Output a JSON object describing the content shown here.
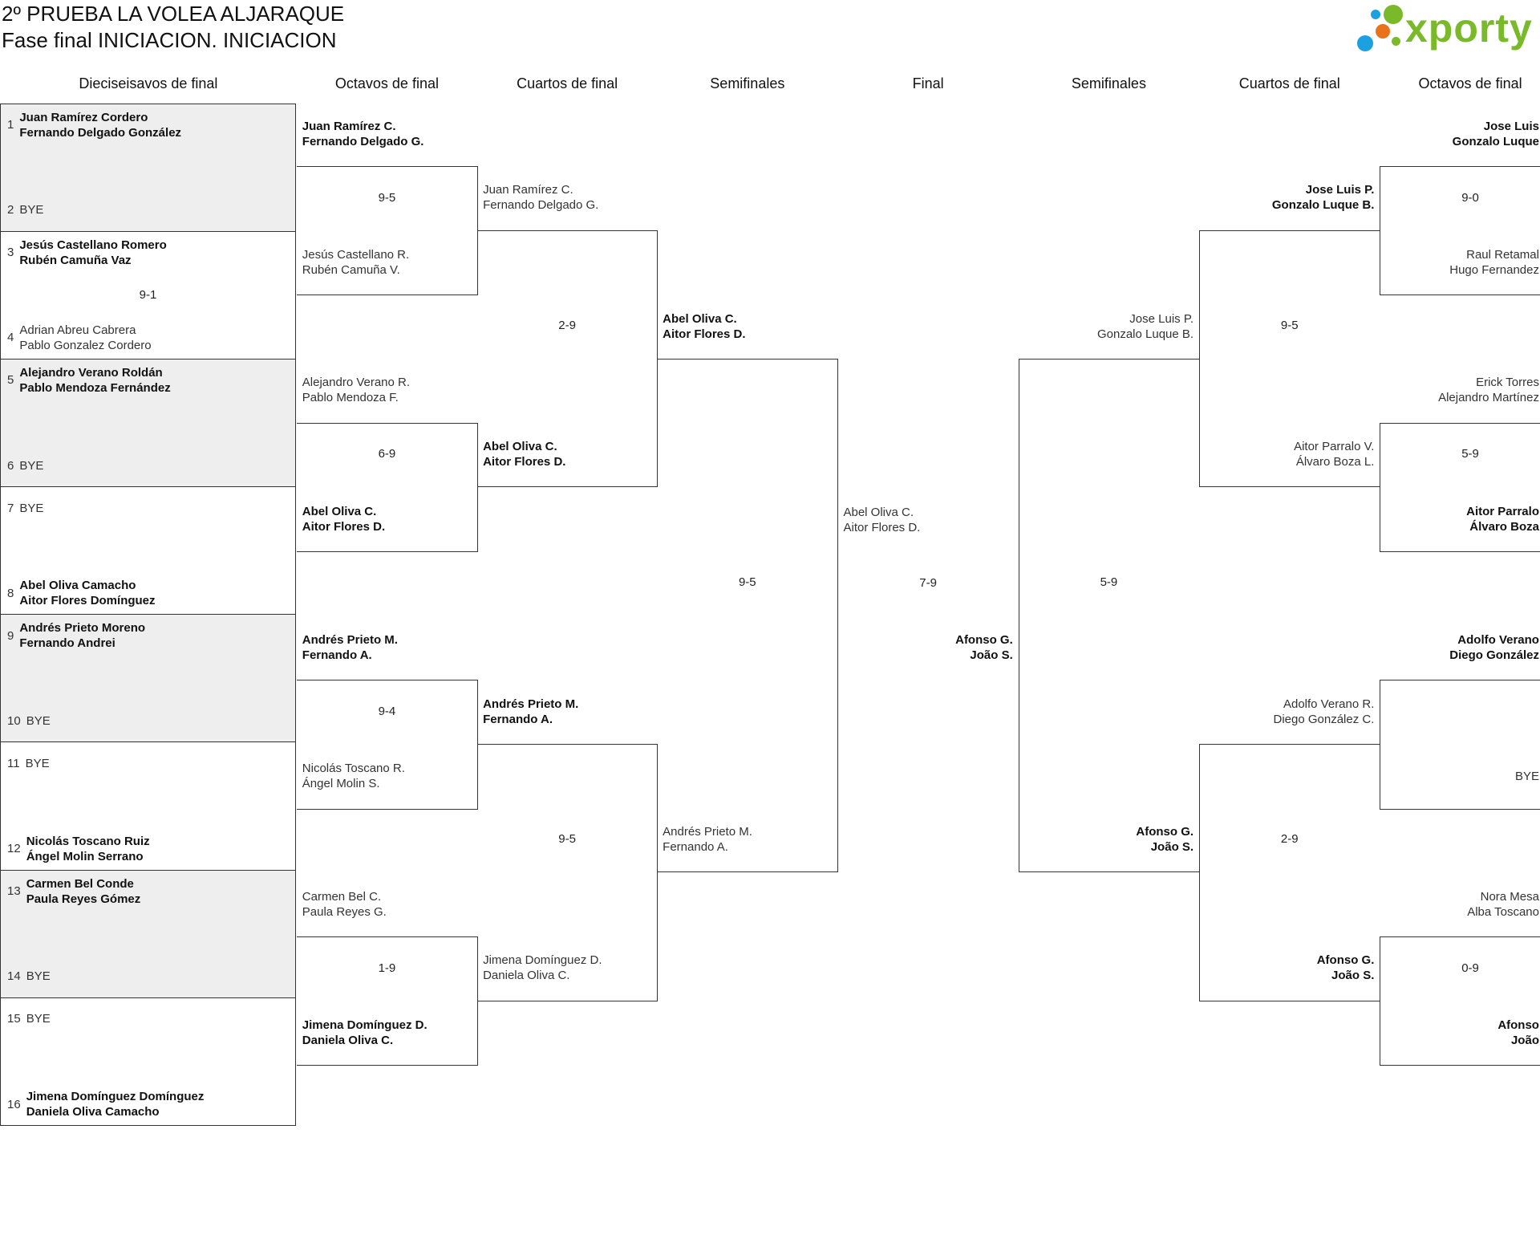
{
  "header": {
    "title": "2º PRUEBA LA VOLEA ALJARAQUE",
    "subtitle": "Fase final INICIACION. INICIACION",
    "logo_text": "xporty"
  },
  "colors": {
    "logo_green": "#7ab929",
    "logo_blue": "#1ba1e2",
    "logo_orange": "#e8731a",
    "cell_gray": "#eeeeee"
  },
  "round_headers": [
    "Dieciseisavos de final",
    "Octavos de final",
    "Cuartos de final",
    "Semifinales",
    "Final",
    "Semifinales",
    "Cuartos de final",
    "Octavos de final"
  ],
  "round1": {
    "entries": [
      {
        "seed": "1",
        "lines": [
          "Juan Ramírez Cordero",
          "Fernando Delgado González"
        ],
        "winner": true
      },
      {
        "seed": "2",
        "lines": [
          "BYE"
        ],
        "winner": false
      },
      {
        "seed": "3",
        "lines": [
          "Jesús Castellano Romero",
          "Rubén Camuña Vaz"
        ],
        "winner": true
      },
      {
        "seed": "4",
        "lines": [
          "Adrian Abreu Cabrera",
          "Pablo Gonzalez Cordero"
        ],
        "winner": false
      },
      {
        "seed": "5",
        "lines": [
          "Alejandro Verano Roldán",
          "Pablo Mendoza Fernández"
        ],
        "winner": true
      },
      {
        "seed": "6",
        "lines": [
          "BYE"
        ],
        "winner": false
      },
      {
        "seed": "7",
        "lines": [
          "BYE"
        ],
        "winner": false
      },
      {
        "seed": "8",
        "lines": [
          "Abel Oliva Camacho",
          "Aitor Flores Domínguez"
        ],
        "winner": true
      },
      {
        "seed": "9",
        "lines": [
          "Andrés Prieto Moreno",
          "Fernando Andrei"
        ],
        "winner": true
      },
      {
        "seed": "10",
        "lines": [
          "BYE"
        ],
        "winner": false
      },
      {
        "seed": "11",
        "lines": [
          "BYE"
        ],
        "winner": false
      },
      {
        "seed": "12",
        "lines": [
          "Nicolás Toscano Ruiz",
          "Ángel Molin Serrano"
        ],
        "winner": true
      },
      {
        "seed": "13",
        "lines": [
          "Carmen Bel Conde",
          "Paula Reyes Gómez"
        ],
        "winner": true
      },
      {
        "seed": "14",
        "lines": [
          "BYE"
        ],
        "winner": false
      },
      {
        "seed": "15",
        "lines": [
          "BYE"
        ],
        "winner": false
      },
      {
        "seed": "16",
        "lines": [
          "Jimena Domínguez Domínguez",
          "Daniela Oliva Camacho"
        ],
        "winner": true
      }
    ],
    "scores": [
      null,
      "9-1",
      null,
      null,
      null,
      null,
      null,
      null
    ]
  },
  "left": {
    "octavos": [
      {
        "top": {
          "lines": [
            "Juan Ramírez C.",
            "Fernando Delgado G."
          ],
          "winner": true
        },
        "bottom": {
          "lines": [
            "Jesús Castellano R.",
            "Rubén Camuña V."
          ],
          "winner": false
        },
        "score": "9-5"
      },
      {
        "top": {
          "lines": [
            "Alejandro Verano R.",
            "Pablo Mendoza F."
          ],
          "winner": false
        },
        "bottom": {
          "lines": [
            "Abel Oliva C.",
            "Aitor Flores D."
          ],
          "winner": true
        },
        "score": "6-9"
      },
      {
        "top": {
          "lines": [
            "Andrés Prieto M.",
            "Fernando A."
          ],
          "winner": true
        },
        "bottom": {
          "lines": [
            "Nicolás Toscano R.",
            "Ángel Molin S."
          ],
          "winner": false
        },
        "score": "9-4"
      },
      {
        "top": {
          "lines": [
            "Carmen Bel C.",
            "Paula Reyes G."
          ],
          "winner": false
        },
        "bottom": {
          "lines": [
            "Jimena Domínguez D.",
            "Daniela Oliva C."
          ],
          "winner": true
        },
        "score": "1-9"
      }
    ],
    "cuartos": [
      {
        "top": {
          "lines": [
            "Juan Ramírez C.",
            "Fernando Delgado G."
          ],
          "winner": false
        },
        "bottom": {
          "lines": [
            "Abel Oliva C.",
            "Aitor Flores D."
          ],
          "winner": true
        },
        "score": "2-9"
      },
      {
        "top": {
          "lines": [
            "Andrés Prieto M.",
            "Fernando A."
          ],
          "winner": true
        },
        "bottom": {
          "lines": [
            "Jimena Domínguez D.",
            "Daniela Oliva C."
          ],
          "winner": false
        },
        "score": "9-5"
      }
    ],
    "semis": [
      {
        "top": {
          "lines": [
            "Abel Oliva C.",
            "Aitor Flores D."
          ],
          "winner": true
        },
        "bottom": {
          "lines": [
            "Andrés Prieto M.",
            "Fernando A."
          ],
          "winner": false
        },
        "score": "9-5"
      }
    ]
  },
  "final": {
    "top": {
      "lines": [
        "Abel Oliva C.",
        "Aitor Flores D."
      ],
      "winner": false
    },
    "bottom": {
      "lines": [
        "Afonso G.",
        "João S."
      ],
      "winner": true
    },
    "score": "7-9"
  },
  "right": {
    "semis": [
      {
        "top": {
          "lines": [
            "Jose Luis P.",
            "Gonzalo Luque B."
          ],
          "winner": false
        },
        "bottom": {
          "lines": [
            "Afonso G.",
            "João S."
          ],
          "winner": true
        },
        "score": "5-9"
      }
    ],
    "cuartos": [
      {
        "top": {
          "lines": [
            "Jose Luis P.",
            "Gonzalo Luque B."
          ],
          "winner": true
        },
        "bottom": {
          "lines": [
            "Aitor Parralo V.",
            "Álvaro Boza L."
          ],
          "winner": false
        },
        "score": "9-5"
      },
      {
        "top": {
          "lines": [
            "Adolfo Verano R.",
            "Diego González C."
          ],
          "winner": false
        },
        "bottom": {
          "lines": [
            "Afonso G.",
            "João S."
          ],
          "winner": true
        },
        "score": "2-9"
      }
    ],
    "octavos": [
      {
        "top": {
          "lines": [
            "Jose Luis",
            "Gonzalo Luque"
          ],
          "winner": true
        },
        "bottom": {
          "lines": [
            "Raul Retamal",
            "Hugo Fernandez"
          ],
          "winner": false
        },
        "score": "9-0"
      },
      {
        "top": {
          "lines": [
            "Erick Torres",
            "Alejandro Martínez"
          ],
          "winner": false
        },
        "bottom": {
          "lines": [
            "Aitor Parralo",
            "Álvaro Boza"
          ],
          "winner": true
        },
        "score": "5-9"
      },
      {
        "top": {
          "lines": [
            "Adolfo Verano",
            "Diego González"
          ],
          "winner": true
        },
        "bottom": {
          "lines": [
            "BYE"
          ],
          "winner": false
        },
        "score": null
      },
      {
        "top": {
          "lines": [
            "Nora Mesa",
            "Alba Toscano"
          ],
          "winner": false
        },
        "bottom": {
          "lines": [
            "Afonso",
            "João"
          ],
          "winner": true
        },
        "score": "0-9"
      }
    ]
  }
}
